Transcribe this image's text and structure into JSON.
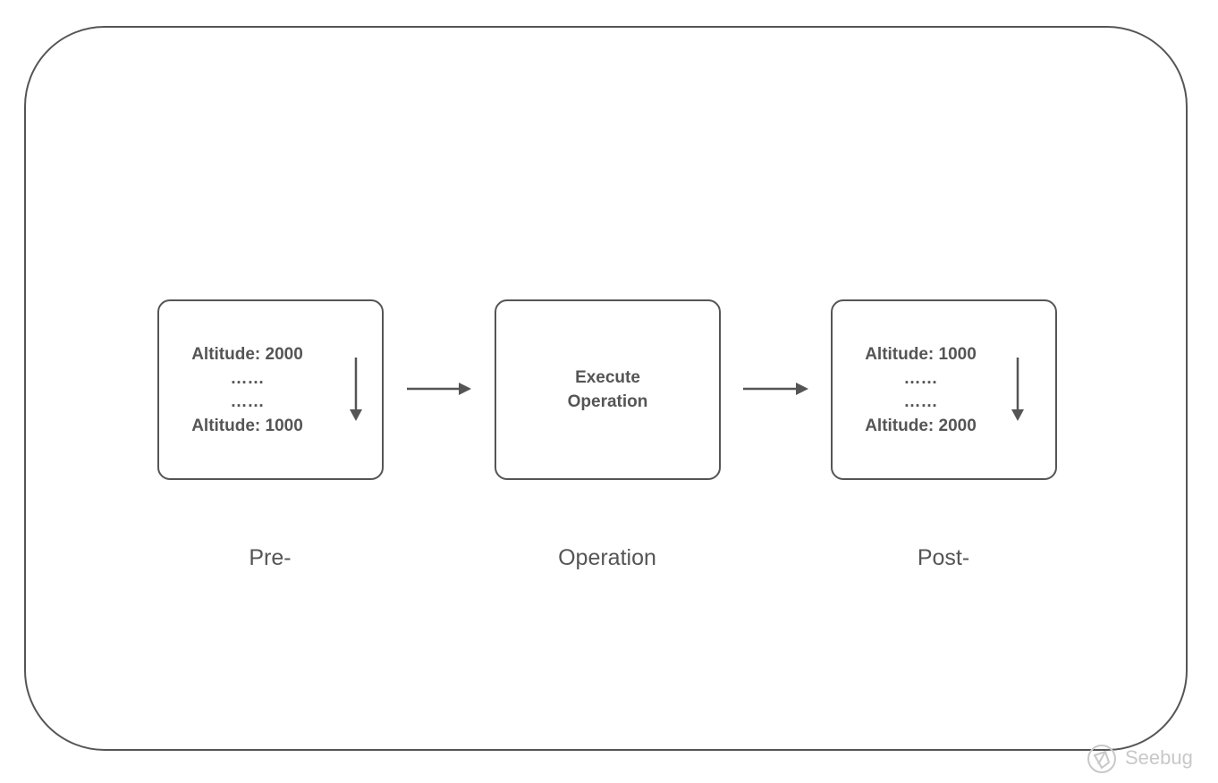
{
  "diagram": {
    "pre_box": {
      "line1": "Altitude: 2000",
      "line2": "……",
      "line3": "……",
      "line4": "Altitude: 1000"
    },
    "operation_box": {
      "line1": "Execute",
      "line2": "Operation"
    },
    "post_box": {
      "line1": "Altitude: 1000",
      "line2": "……",
      "line3": "……",
      "line4": "Altitude: 2000"
    },
    "captions": {
      "pre": "Pre-",
      "operation": "Operation",
      "post": "Post-"
    },
    "colors": {
      "stroke": "#555555",
      "watermark": "#c8c8c8"
    }
  },
  "watermark": {
    "text": "Seebug",
    "icon": "seebug-logo-icon"
  }
}
